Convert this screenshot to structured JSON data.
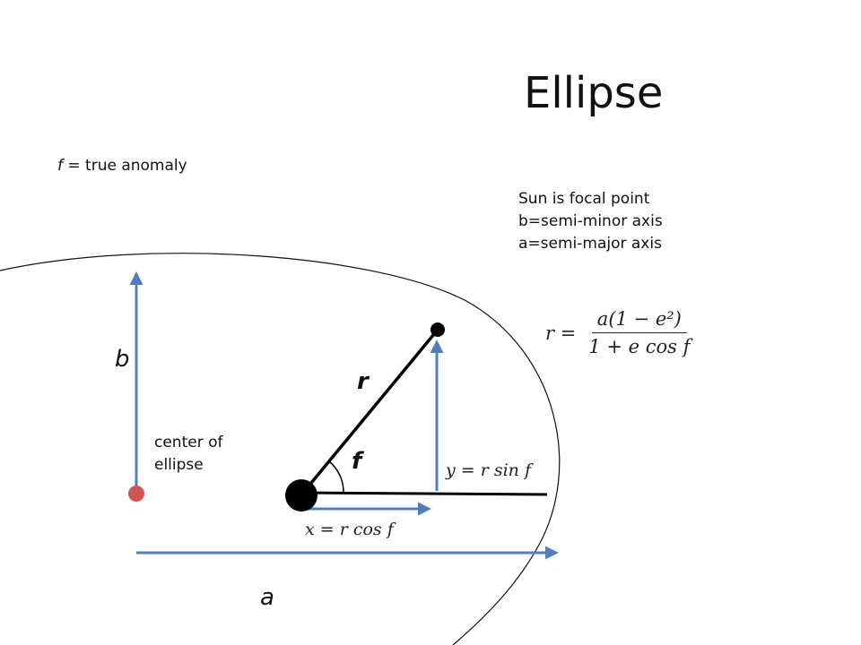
{
  "title": "Ellipse",
  "anomaly_note": {
    "symbol": "f",
    "text": " = true anomaly"
  },
  "notes": [
    "Sun is focal point",
    "b=semi-minor axis",
    "a=semi-major axis"
  ],
  "center_label": {
    "line1": "center of",
    "line2": "ellipse"
  },
  "labels": {
    "b": "b",
    "a": "a",
    "r": "r",
    "f": "f"
  },
  "equations": {
    "y": "y = r sin f",
    "x": "x = r cos f",
    "r_lhs": "r =",
    "r_numerator": "a(1 − e²)",
    "r_denominator": "1 + e cos f"
  },
  "colors": {
    "arrow": "#4f7fc0",
    "center_dot": "#cd5555",
    "line": "#000000",
    "ellipse": "#111111"
  }
}
